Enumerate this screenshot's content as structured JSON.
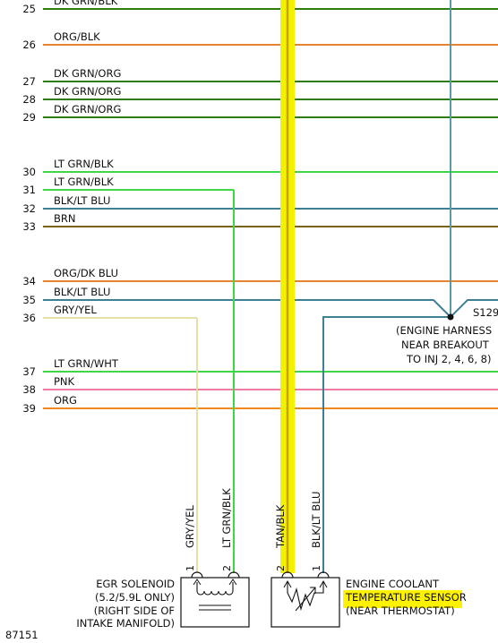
{
  "colors": {
    "DK GRN": "#2e7d12",
    "ORG": "#e8832e",
    "LT GRN": "#3fd64a",
    "BLK/LT BLU": "#3f7f93",
    "BRN": "#7a6315",
    "PNK": "#f07aa0",
    "ORG/BRT": "#f28a1a",
    "GRY/YEL": "#e4e0a6",
    "TAN/BLK": "#f2f200",
    "STEM": "#5a9aa4"
  },
  "circuits": [
    {
      "num": "25",
      "label": "DK GRN/BLK",
      "color": "DK GRN"
    },
    {
      "num": "26",
      "label": "ORG/BLK",
      "color": "ORG"
    },
    {
      "num": "27",
      "label": "DK GRN/ORG",
      "color": "DK GRN"
    },
    {
      "num": "28",
      "label": "DK GRN/ORG",
      "color": "DK GRN"
    },
    {
      "num": "29",
      "label": "DK GRN/ORG",
      "color": "DK GRN"
    },
    {
      "num": "30",
      "label": "LT GRN/BLK",
      "color": "LT GRN"
    },
    {
      "num": "31",
      "label": "LT GRN/BLK",
      "color": "LT GRN"
    },
    {
      "num": "32",
      "label": "BLK/LT BLU",
      "color": "BLK/LT BLU"
    },
    {
      "num": "33",
      "label": "BRN",
      "color": "BRN"
    },
    {
      "num": "34",
      "label": "ORG/DK BLU",
      "color": "ORG"
    },
    {
      "num": "35",
      "label": "BLK/LT BLU",
      "color": "BLK/LT BLU"
    },
    {
      "num": "36",
      "label": "GRY/YEL",
      "color": "GRY/YEL"
    },
    {
      "num": "37",
      "label": "LT GRN/WHT",
      "color": "LT GRN"
    },
    {
      "num": "38",
      "label": "PNK",
      "color": "PNK"
    },
    {
      "num": "39",
      "label": "ORG",
      "color": "ORG/BRT"
    }
  ],
  "splice": {
    "id": "S129",
    "note": [
      "(ENGINE HARNESS",
      "NEAR BREAKOUT",
      "TO INJ 2, 4, 6, 8)"
    ]
  },
  "vertical_wires": [
    {
      "label": "GRY/YEL",
      "pin": "1"
    },
    {
      "label": "LT GRN/BLK",
      "pin": "2"
    },
    {
      "label": "TAN/BLK",
      "pin": "2"
    },
    {
      "label": "BLK/LT BLU",
      "pin": "1"
    }
  ],
  "components": {
    "egr": [
      "EGR SOLENOID",
      "(5.2/5.9L ONLY)",
      "(RIGHT SIDE OF",
      "INTAKE MANIFOLD)"
    ],
    "ect": [
      "ENGINE COOLANT",
      "TEMPERATURE SENSOR",
      "(NEAR THERMOSTAT)"
    ]
  },
  "figure_id": "87151"
}
